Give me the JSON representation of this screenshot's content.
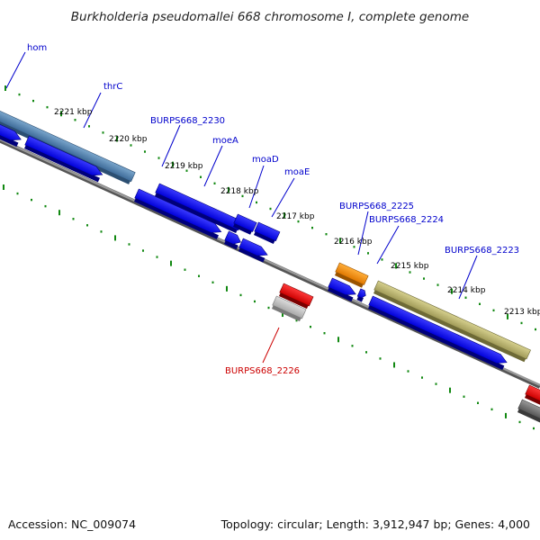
{
  "title": "Burkholderia pseudomallei 668 chromosome I, complete genome",
  "footer": {
    "accession": "Accession: NC_009074",
    "summary": "Topology: circular; Length: 3,912,947 bp; Genes: 4,000"
  },
  "colors": {
    "gene_blue": "#0000ee",
    "rna_red": "#ee0000",
    "ruler_green": "#118811",
    "backbone_gray": "#777777",
    "label_blue": "#0000cc",
    "label_red": "#cc0000",
    "gene_steel_blue": "#4a7aa8",
    "gene_orange": "#ff8c00",
    "gene_khaki": "#b8b070"
  },
  "ruler_labels": [
    "2221 kbp",
    "2220 kbp",
    "2219 kbp",
    "2218 kbp",
    "2217 kbp",
    "2216 kbp",
    "2215 kbp",
    "2214 kbp",
    "2213 kbp"
  ],
  "gene_labels": [
    "hom",
    "thrC",
    "BURPS668_2230",
    "moeA",
    "moaD",
    "moaE",
    "BURPS668_2225",
    "BURPS668_2224",
    "BURPS668_2223",
    "BURPS668_2226"
  ]
}
